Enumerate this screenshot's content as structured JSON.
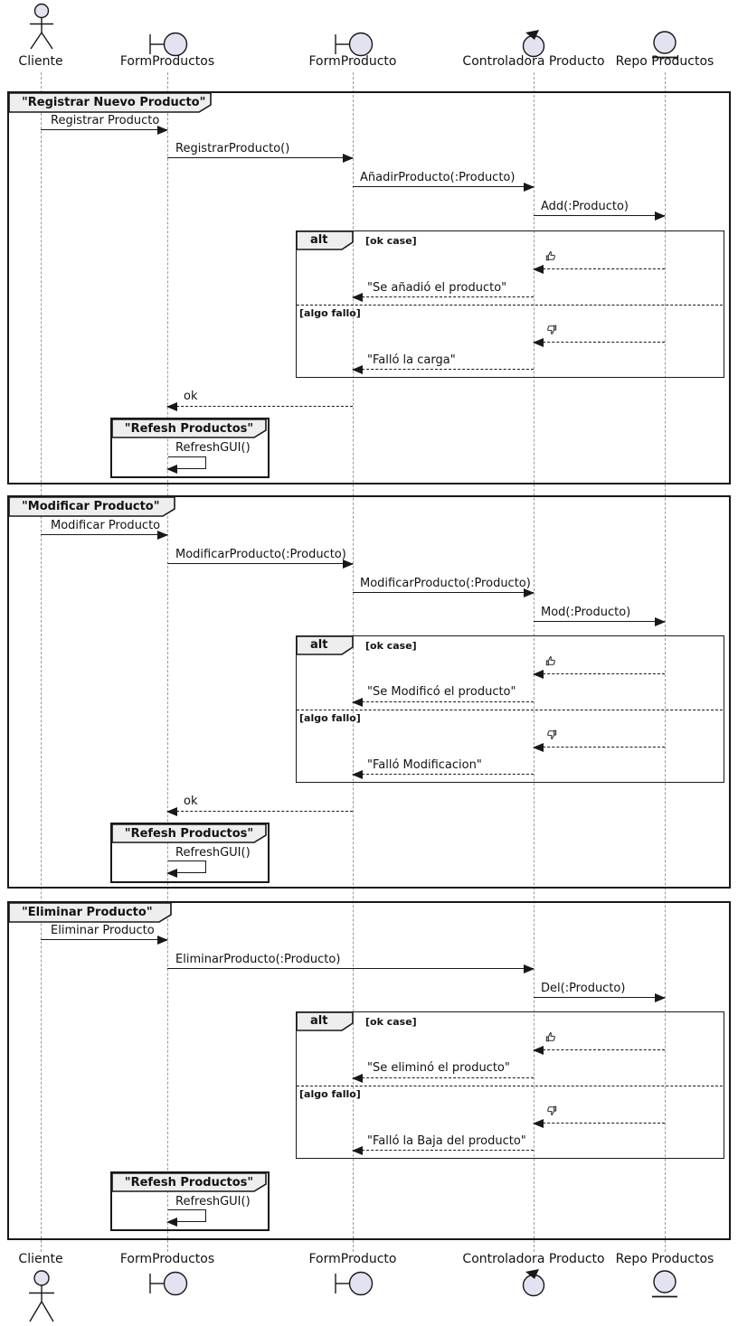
{
  "colors": {
    "line": "#181818",
    "frame_tab_fill": "#EEEEEE",
    "icon_fill": "#E2E2F0",
    "lifeline": "#9A9A9A",
    "background": "#FFFFFF"
  },
  "participants": [
    {
      "label": "Cliente",
      "type": "actor"
    },
    {
      "label": "FormProductos",
      "type": "boundary"
    },
    {
      "label": "FormProducto",
      "type": "boundary"
    },
    {
      "label": "Controladora Producto",
      "type": "control"
    },
    {
      "label": "Repo Productos",
      "type": "entity"
    }
  ],
  "frames": [
    {
      "title": "\"Registrar Nuevo Producto\"",
      "messages": [
        "Registrar Producto",
        "RegistrarProducto()",
        "AñadirProducto(:Producto)",
        "Add(:Producto)"
      ],
      "alt": {
        "operator": "alt",
        "guard_ok": "[ok case]",
        "guard_fail": "[algo fallo]",
        "ok_icon": "thumbs-up",
        "ok_reply": "\"Se añadió el producto\"",
        "fail_icon": "thumbs-down",
        "fail_reply": "\"Falló la carga\""
      },
      "ok_reply": "ok",
      "refresh": {
        "title": "\"Refesh Productos\"",
        "message": "RefreshGUI()"
      }
    },
    {
      "title": "\"Modificar Producto\"",
      "messages": [
        "Modificar Producto",
        "ModificarProducto(:Producto)",
        "ModificarProducto(:Producto)",
        "Mod(:Producto)"
      ],
      "alt": {
        "operator": "alt",
        "guard_ok": "[ok case]",
        "guard_fail": "[algo fallo]",
        "ok_icon": "thumbs-up",
        "ok_reply": "\"Se Modificó el producto\"",
        "fail_icon": "thumbs-down",
        "fail_reply": "\"Falló Modificacion\""
      },
      "ok_reply": "ok",
      "refresh": {
        "title": "\"Refesh Productos\"",
        "message": "RefreshGUI()"
      }
    },
    {
      "title": "\"Eliminar Producto\"",
      "messages": [
        "Eliminar Producto",
        "EliminarProducto(:Producto)",
        "Del(:Producto)"
      ],
      "alt": {
        "operator": "alt",
        "guard_ok": "[ok case]",
        "guard_fail": "[algo fallo]",
        "ok_icon": "thumbs-up",
        "ok_reply": "\"Se eliminó el producto\"",
        "fail_icon": "thumbs-down",
        "fail_reply": "\"Falló la Baja del producto\""
      },
      "refresh": {
        "title": "\"Refesh Productos\"",
        "message": "RefreshGUI()"
      }
    }
  ]
}
